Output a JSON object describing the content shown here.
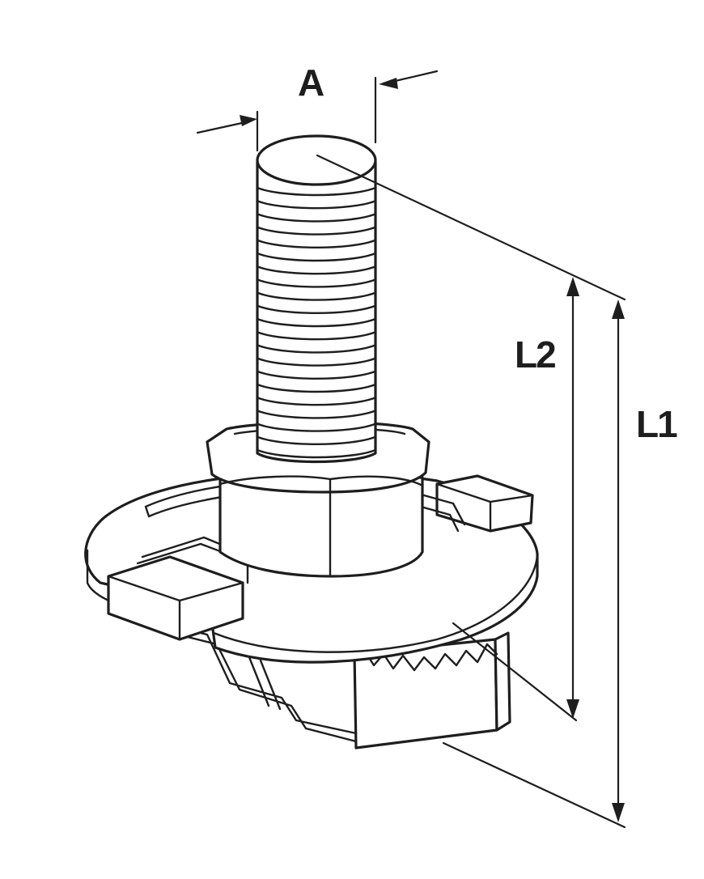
{
  "labels": {
    "a": "A",
    "l2": "L2",
    "l1": "L1"
  },
  "colors": {
    "line": "#1e1e1e",
    "background": "#ffffff"
  }
}
